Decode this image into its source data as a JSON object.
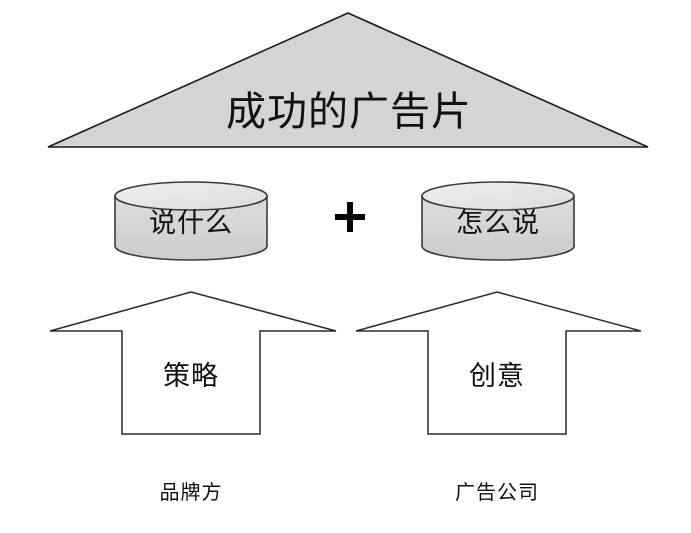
{
  "diagram": {
    "type": "house-metaphor-diagram",
    "background_color": "#ffffff",
    "roof": {
      "label": "成功的广告片",
      "shape": "triangle",
      "fill_color": "#d4d4d4",
      "stroke_color": "#1a1a1a"
    },
    "operator": {
      "symbol": "+",
      "name": "plus-operator"
    },
    "cylinders": [
      {
        "label": "说什么",
        "side": "left",
        "fill_color": "#d6d6d6",
        "top_fill_color": "#e9e9e9",
        "stroke_color": "#3a3a3a"
      },
      {
        "label": "怎么说",
        "side": "right",
        "fill_color": "#d6d6d6",
        "top_fill_color": "#e9e9e9",
        "stroke_color": "#3a3a3a"
      }
    ],
    "arrows": [
      {
        "label": "策略",
        "caption": "品牌方",
        "side": "left",
        "direction": "up",
        "fill_color": "#ffffff",
        "stroke_color": "#2b2b2b"
      },
      {
        "label": "创意",
        "caption": "广告公司",
        "side": "right",
        "direction": "up",
        "fill_color": "#ffffff",
        "stroke_color": "#2b2b2b"
      }
    ]
  }
}
